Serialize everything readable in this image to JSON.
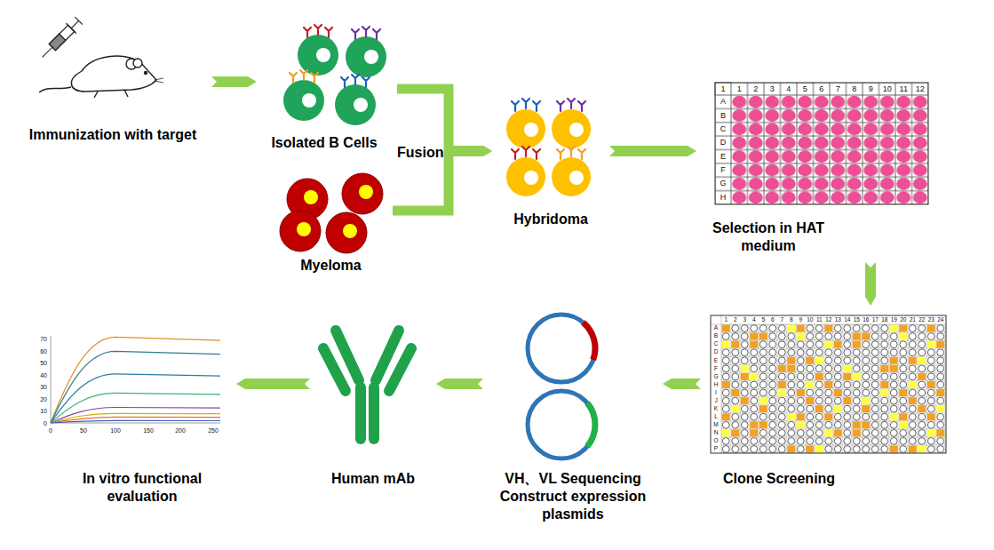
{
  "diagram": {
    "nodes": [
      {
        "text": [
          "Immunization with target"
        ]
      },
      {
        "text": [
          "Isolated B Cells"
        ]
      },
      {
        "text": [
          "Myeloma"
        ]
      },
      {
        "text": [
          "Hybridoma"
        ]
      },
      {
        "text": [
          "Selection in HAT medium"
        ]
      },
      {
        "text": [
          "Clone Screening"
        ]
      },
      {
        "text": [
          "VH、VL Sequencing Construct expression plasmids"
        ]
      },
      {
        "text": [
          "Human mAb"
        ]
      },
      {
        "text": [
          "In vitro functional evaluation"
        ]
      }
    ],
    "edges": [
      {
        "from": 0,
        "to": 1,
        "arrow": "to"
      },
      {
        "from": 1,
        "to": 3,
        "arrow": "to",
        "label": "Fusion"
      },
      {
        "from": 2,
        "to": 3,
        "arrow": "to"
      },
      {
        "from": 3,
        "to": 4,
        "arrow": "to"
      },
      {
        "from": 4,
        "to": 5,
        "arrow": "to"
      },
      {
        "from": 5,
        "to": 6,
        "arrow": "to"
      },
      {
        "from": 6,
        "to": 7,
        "arrow": "to"
      },
      {
        "from": 7,
        "to": 8,
        "arrow": "to"
      }
    ],
    "labels": [
      "1",
      "1",
      "2",
      "3",
      "4",
      "5",
      "6",
      "7",
      "8",
      "9",
      "10",
      "11",
      "12",
      "A",
      "B",
      "C",
      "D",
      "E",
      "F",
      "G",
      "H",
      "1",
      "2",
      "3",
      "4",
      "5",
      "6",
      "7",
      "8",
      "9",
      "10",
      "11",
      "12",
      "13",
      "14",
      "15",
      "16",
      "17",
      "18",
      "19",
      "20",
      "21",
      "22",
      "23",
      "24",
      "A",
      "B",
      "C",
      "D",
      "E",
      "F",
      "G",
      "H",
      "I",
      "J",
      "K",
      "L",
      "M",
      "N",
      "O",
      "P",
      "0",
      "10",
      "20",
      "30",
      "40",
      "50",
      "60",
      "70",
      "0",
      "50",
      "100",
      "150",
      "200",
      "250"
    ]
  }
}
